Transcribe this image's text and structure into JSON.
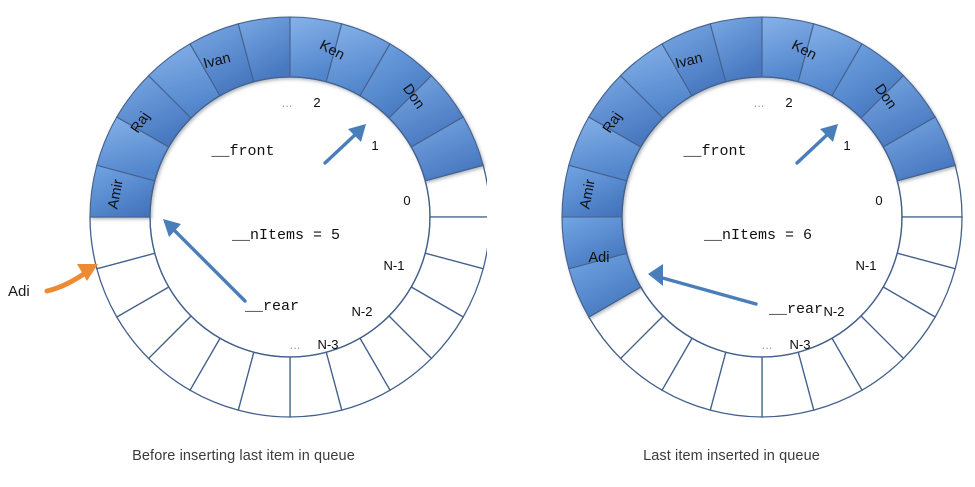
{
  "diagram": {
    "title_semantics": "circular-queue-array-before-and-after-insert",
    "slots_total_label": "N",
    "colors": {
      "ring_stroke": "#44618c",
      "segment_fill_light": "#6c9fe0",
      "segment_fill_mid": "#5a8ed4",
      "segment_fill_dark": "#4c81c9",
      "empty_fill": "#ffffff",
      "arrow_blue": "#4a7ebb",
      "arrow_orange": "#ed8b32",
      "text": "#111111",
      "caption_text": "#3b3b3b",
      "index_muted": "#9aa3ad"
    },
    "index_labels": [
      {
        "key": "two",
        "text": "2"
      },
      {
        "key": "one",
        "text": "1"
      },
      {
        "key": "zero",
        "text": "0"
      },
      {
        "key": "n_minus_1",
        "text": "N-1"
      },
      {
        "key": "n_minus_2",
        "text": "N-2"
      },
      {
        "key": "n_minus_3",
        "text": "N-3"
      },
      {
        "key": "ellipsis_top",
        "text": "..."
      },
      {
        "key": "ellipsis_bottom",
        "text": "..."
      }
    ]
  },
  "panels": [
    {
      "id": "before",
      "caption": "Before inserting last item in queue",
      "fields": {
        "front_label": "__front",
        "rear_label": "__rear",
        "nitems_label": "__nItems = 5",
        "nitems_value": 5
      },
      "segments": [
        {
          "index": 2,
          "label": "Ken",
          "filled": true,
          "shade": "light"
        },
        {
          "index": 1,
          "label": "Don",
          "filled": true,
          "shade": "mid"
        },
        {
          "index": 0,
          "label": "",
          "filled": false,
          "shade": "empty"
        },
        {
          "index": 11,
          "label": "",
          "filled": false,
          "shade": "empty"
        },
        {
          "index": 10,
          "label": "",
          "filled": false,
          "shade": "empty"
        },
        {
          "index": 9,
          "label": "",
          "filled": false,
          "shade": "empty"
        },
        {
          "index": 8,
          "label": "",
          "filled": false,
          "shade": "empty"
        },
        {
          "index": 7,
          "label": "",
          "filled": false,
          "shade": "empty"
        },
        {
          "index": 6,
          "label": "",
          "filled": false,
          "shade": "empty"
        },
        {
          "index": 5,
          "label": "",
          "filled": false,
          "shade": "empty"
        },
        {
          "index": 4,
          "label": "Amir",
          "filled": true,
          "shade": "light"
        },
        {
          "index": 3,
          "label": "Raj",
          "filled": true,
          "shade": "light"
        },
        {
          "index": 2.5,
          "label": "Ivan",
          "filled": true,
          "shade": "mid"
        }
      ],
      "ring_labels": [
        "Ken",
        "Don",
        "Ivan",
        "Raj",
        "Amir"
      ],
      "annotation": {
        "label": "Adi",
        "arrow": "orange-curved-arrow-pointing-to-empty-slot"
      }
    },
    {
      "id": "after",
      "caption": "Last item inserted in queue",
      "fields": {
        "front_label": "__front",
        "rear_label": "__rear",
        "nitems_label": "__nItems = 6",
        "nitems_value": 6
      },
      "ring_labels": [
        "Ken",
        "Don",
        "Ivan",
        "Raj",
        "Amir",
        "Adi"
      ],
      "annotation": null
    }
  ]
}
